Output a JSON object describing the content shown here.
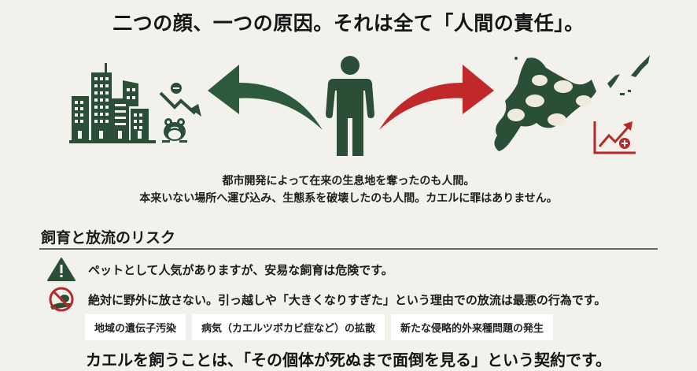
{
  "header": {
    "title": "二つの顔、一つの原因。それは全て「人間の責任」。"
  },
  "illustration": {
    "left_icons": [
      "city-buildings-icon",
      "decline-trend-icon",
      "sad-frog-icon"
    ],
    "center_icon": "person-icon",
    "arrows": [
      {
        "name": "left-arrow",
        "color": "#2d5a3d"
      },
      {
        "name": "right-arrow",
        "color": "#c0282a"
      }
    ],
    "right_icons": [
      "hokkaido-map-with-frogs-icon",
      "increase-trend-icon"
    ],
    "colors": {
      "green": "#2b4f36",
      "red": "#b8282a"
    }
  },
  "caption": {
    "line1": "都市開発によって在来の生息地を奪ったのも人間。",
    "line2": "本来いない場所へ運び込み、生態系を破壊したのも人間。カエルに罪はありません。"
  },
  "section": {
    "title": "飼育と放流のリスク",
    "items": [
      {
        "icon": "warning-icon",
        "text": "ペットとして人気がありますが、安易な飼育は危険です。"
      },
      {
        "icon": "no-release-icon",
        "text": "絶対に野外に放さない。引っ越しや「大きくなりすぎた」という理由での放流は最悪の行為です。"
      }
    ],
    "chips": [
      "地域の遺伝子汚染",
      "病気（カエルツボカビ症など）の拡散",
      "新たな侵略的外来種問題の発生"
    ]
  },
  "footer": {
    "text": "カエルを飼うことは、「その個体が死ぬまで面倒を見る」という契約です。"
  }
}
